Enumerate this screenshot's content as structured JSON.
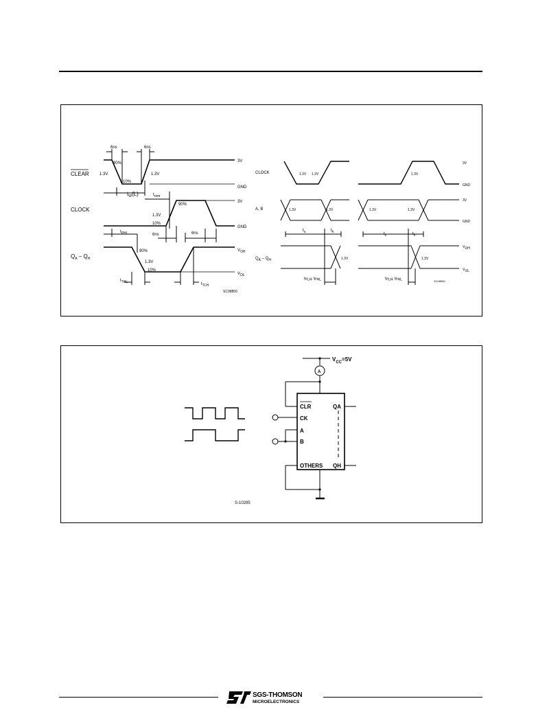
{
  "timing": {
    "clear": "CLEAR",
    "clock": "CLOCK",
    "qa_qh": "Q",
    "qa_qh_sub1": "A",
    "dash": " – Q",
    "qa_qh_sub2": "H",
    "ns6_a": "6ns",
    "ns6_b": "6ns",
    "ns6_c": "6ns",
    "ns6_d": "6ns",
    "v13_a": "1.3V",
    "v13_b": "1.3V",
    "v13_c": "1.3V",
    "v13_d": "1.3V",
    "p90_a": "90%",
    "p90_b": "90%",
    "p90_c": "90%",
    "p10_a": "10%",
    "p10_b": "10%",
    "p10_c": "10%",
    "v3_a": "3V",
    "v3_b": "3V",
    "gnd_a": "GND",
    "gnd_b": "GND",
    "tw": "t",
    "tw_sub": "W",
    "tw_l": "(L)",
    "trem": "t",
    "trem_sub": "rem",
    "tphl": "t",
    "tphl_sub": "PHL",
    "tthl": "t",
    "tthl_sub": "THL",
    "ttlh": "t",
    "ttlh_sub": "TLH",
    "voh": "V",
    "voh_sub": "OH",
    "vol": "V",
    "vol_sub": "OL",
    "code1": "SC08850",
    "r_clock": "CLOCK",
    "r_ab": "A, B",
    "r_qaqh": "Q",
    "r_qaqh_sub": "A",
    "r_dash": " – Q",
    "r_qaqh_sub2": "H",
    "r_v13": [
      "1.3V",
      "1.3V",
      "1.3V",
      "1.3V",
      "1.3V",
      "1.3V",
      "1.3V",
      "1.3V"
    ],
    "r_3v": [
      "3V",
      "3V"
    ],
    "r_gnd": [
      "GND",
      "GND"
    ],
    "r_ts": [
      "t",
      "t"
    ],
    "r_ts_sub": [
      "s",
      "s"
    ],
    "r_th": [
      "t",
      "t"
    ],
    "r_th_sub": [
      "h",
      "h"
    ],
    "r_tp1": "t",
    "r_tp1_sub": "PLH",
    "r_tp1_mid": ", t",
    "r_tp1_sub2": "PHL",
    "r_tp2": "t",
    "r_tp2_sub": "PLH",
    "r_tp2_mid": ", t",
    "r_tp2_sub2": "PHL",
    "r_voh": "V",
    "r_voh_sub": "OH",
    "r_vol": "V",
    "r_vol_sub": "OL",
    "code2": "SC08850"
  },
  "circuit": {
    "vcc": "V",
    "vcc_sub": "CC",
    "vcc_val": "=5V",
    "ammeter": "A",
    "clr": "CLR",
    "ck": "CK",
    "a": "A",
    "b": "B",
    "others": "OTHERS",
    "qa": "QA",
    "qh": "QH",
    "code": "S-10295"
  },
  "footer": {
    "logo_line1": "SGS-THOMSON",
    "logo_line2": "MICROELECTRONICS"
  }
}
